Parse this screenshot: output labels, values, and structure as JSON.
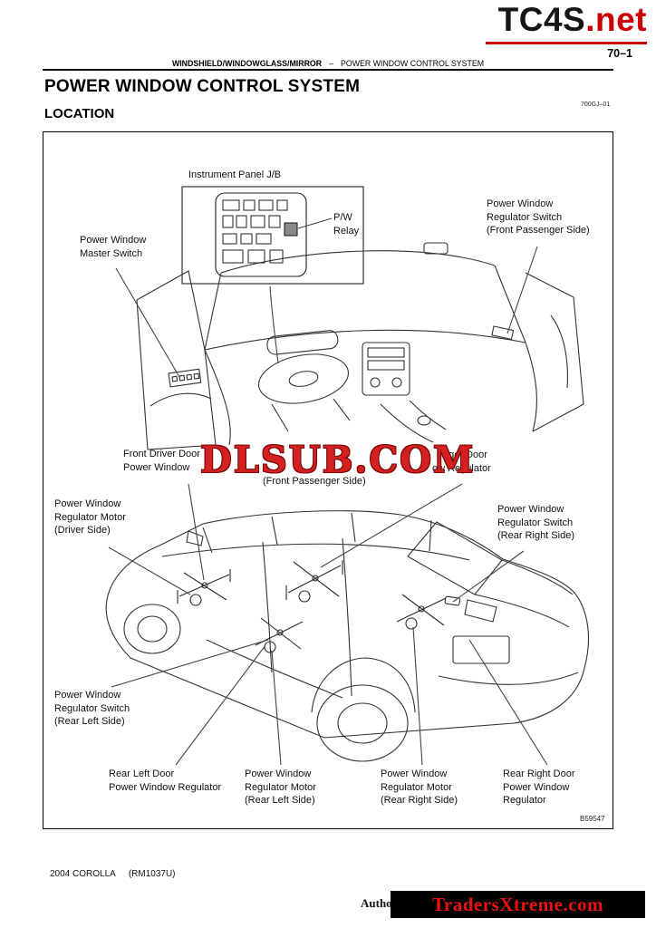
{
  "colors": {
    "accent_red": "#cc0000",
    "banner_bg": "#000000",
    "watermark_red": "#d32020"
  },
  "watermarks": {
    "top_site_black": "TC4S",
    "top_site_red": ".net",
    "center_site": "DLSUB.COM",
    "bottom_prefix": "Author",
    "bottom_site": "TradersXtreme.com"
  },
  "header": {
    "section": "WINDSHIELD/WINDOWGLASS/MIRROR",
    "separator": "–",
    "system": "POWER WINDOW CONTROL SYSTEM",
    "page_number": "70–1"
  },
  "title": "POWER WINDOW CONTROL SYSTEM",
  "subtitle": "LOCATION",
  "doc_code": "700GJ–01",
  "figure": {
    "code": "B59547",
    "labels": {
      "instrument_panel": {
        "l1": "Instrument Panel J/B"
      },
      "pw_relay": {
        "l1": "P/W",
        "l2": "Relay"
      },
      "master_switch": {
        "l1": "Power Window",
        "l2": "Master Switch"
      },
      "front_passenger_switch": {
        "l1": "Power Window",
        "l2": "Regulator Switch",
        "l3": "(Front Passenger Side)"
      },
      "front_driver_regulator": {
        "l1": "Front Driver Door",
        "l2": "Power Window"
      },
      "front_passenger_regulator": {
        "l1": "nger Door",
        "l2": "ow Regulator",
        "l3": "(Front Passenger Side)"
      },
      "driver_motor": {
        "l1": "Power Window",
        "l2": "Regulator Motor",
        "l3": "(Driver Side)"
      },
      "rear_right_switch": {
        "l1": "Power Window",
        "l2": "Regulator Switch",
        "l3": "(Rear Right Side)"
      },
      "rear_left_switch": {
        "l1": "Power Window",
        "l2": "Regulator Switch",
        "l3": "(Rear Left Side)"
      },
      "rear_left_door": {
        "l1": "Rear Left Door",
        "l2": "Power Window Regulator"
      },
      "rear_left_motor": {
        "l1": "Power Window",
        "l2": "Regulator Motor",
        "l3": "(Rear Left Side)"
      },
      "rear_right_motor": {
        "l1": "Power Window",
        "l2": "Regulator Motor",
        "l3": "(Rear Right Side)"
      },
      "rear_right_door": {
        "l1": "Rear Right Door",
        "l2": "Power Window",
        "l3": "Regulator"
      }
    }
  },
  "footer": {
    "model": "2004 COROLLA",
    "manual_code": "(RM1037U)"
  }
}
